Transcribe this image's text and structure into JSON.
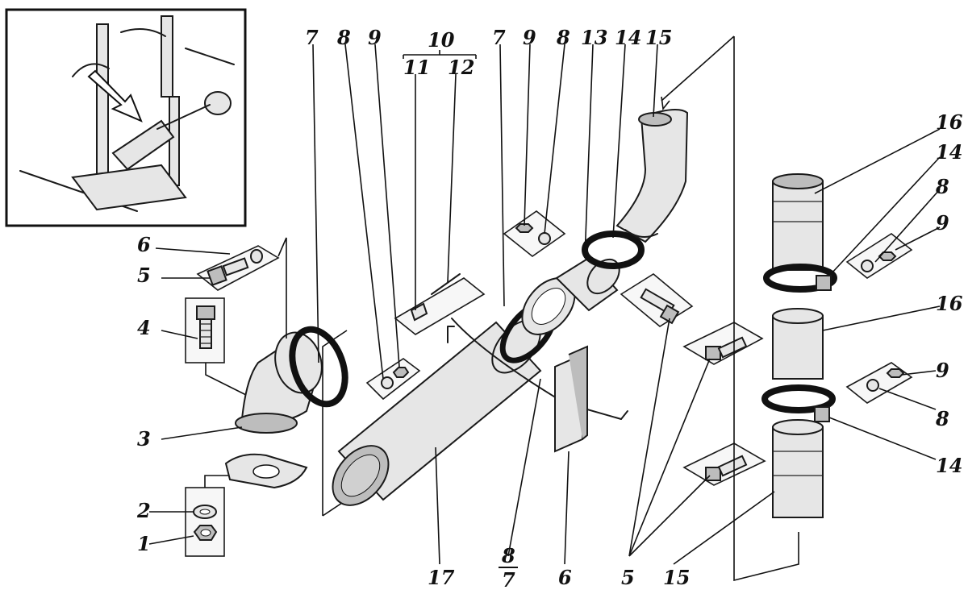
{
  "figure": {
    "callouts": {
      "c1": "1",
      "c2": "2",
      "c3": "3",
      "c4": "4",
      "c5": "5",
      "c6": "6",
      "c7a": "7",
      "c8a": "8",
      "c9a": "9",
      "c10": "10",
      "c11": "11",
      "c12": "12",
      "c7b": "7",
      "c9b": "9",
      "c8b": "8",
      "c13": "13",
      "c14a": "14",
      "c15a": "15",
      "c16a": "16",
      "c14b": "14",
      "c8c": "8",
      "c9c": "9",
      "c16b": "16",
      "c9d": "9",
      "c8d": "8",
      "c14c": "14",
      "c17": "17",
      "c8e_num": "8",
      "c7e_den": "7",
      "c6b": "6",
      "c5b": "5",
      "c15b": "15"
    }
  },
  "colors": {
    "ink": "#1a1a1a",
    "metal": "#e6e6e6",
    "shade": "#bdbdbd",
    "paper": "#ffffff"
  }
}
